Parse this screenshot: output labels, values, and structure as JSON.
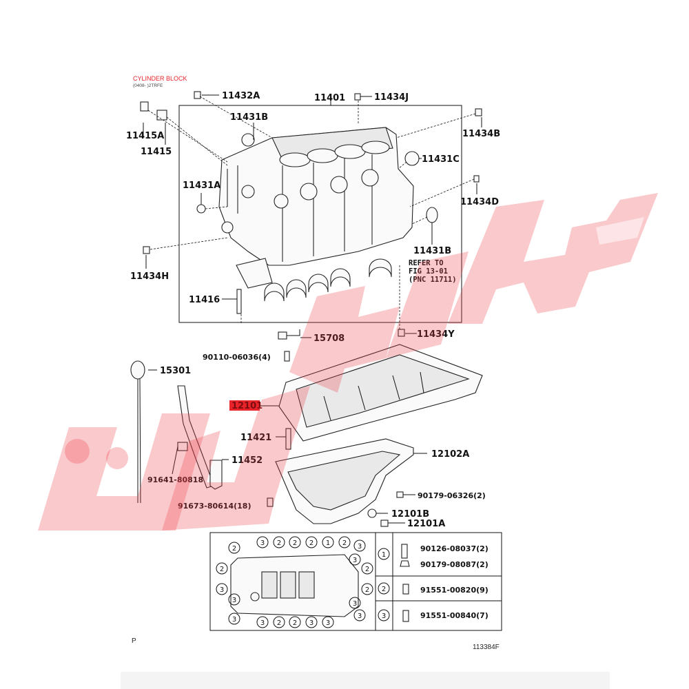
{
  "header": {
    "title": "CYLINDER BLOCK",
    "subtitle": "(0408- )2TRFE"
  },
  "labels": {
    "p11432A": "11432A",
    "p11401": "11401",
    "p11434J": "11434J",
    "p11431B_top": "11431B",
    "p11434B": "11434B",
    "p11415A": "11415A",
    "p11415": "11415",
    "p11431C": "11431C",
    "p11431A": "11431A",
    "p11434D": "11434D",
    "p11431B_right": "11431B",
    "refer_line1": "REFER TO",
    "refer_line2": "FIG 13-01",
    "refer_line3": "(PNC 11711)",
    "p11434H": "11434H",
    "p11416": "11416",
    "p15708": "15708",
    "p11434Y": "11434Y",
    "p90110": "90110-06036(4)",
    "p15301": "15301",
    "p12101_highlight": "12101",
    "p11421": "11421",
    "p12102A": "12102A",
    "p11452": "11452",
    "p91641": "91641-80818",
    "p90179_06326": "90179-06326(2)",
    "p91673": "91673-80614(18)",
    "p12101B": "12101B",
    "p12101A": "12101A"
  },
  "legend": {
    "rows": [
      {
        "key": "1",
        "part": "90126-08037(2)"
      },
      {
        "key": "1",
        "part": "90179-08087(2)"
      },
      {
        "key": "2",
        "part": "91551-00820(9)"
      },
      {
        "key": "3",
        "part": "91551-00840(7)"
      }
    ]
  },
  "bolt_callouts": {
    "top_row": [
      "3",
      "2",
      "2",
      "2",
      "1",
      "2",
      "3"
    ],
    "bottom_row": [
      "3",
      "3",
      "2",
      "2",
      "3",
      "3",
      "3"
    ],
    "left_col": [
      "2",
      "2",
      "3",
      "3"
    ],
    "right_col": [
      "3",
      "2",
      "2",
      "3"
    ]
  },
  "footer": {
    "page_mark": "P",
    "figure_code": "113384F"
  },
  "colors": {
    "highlight": "#e8242a",
    "watermark": "#ee3d47"
  }
}
